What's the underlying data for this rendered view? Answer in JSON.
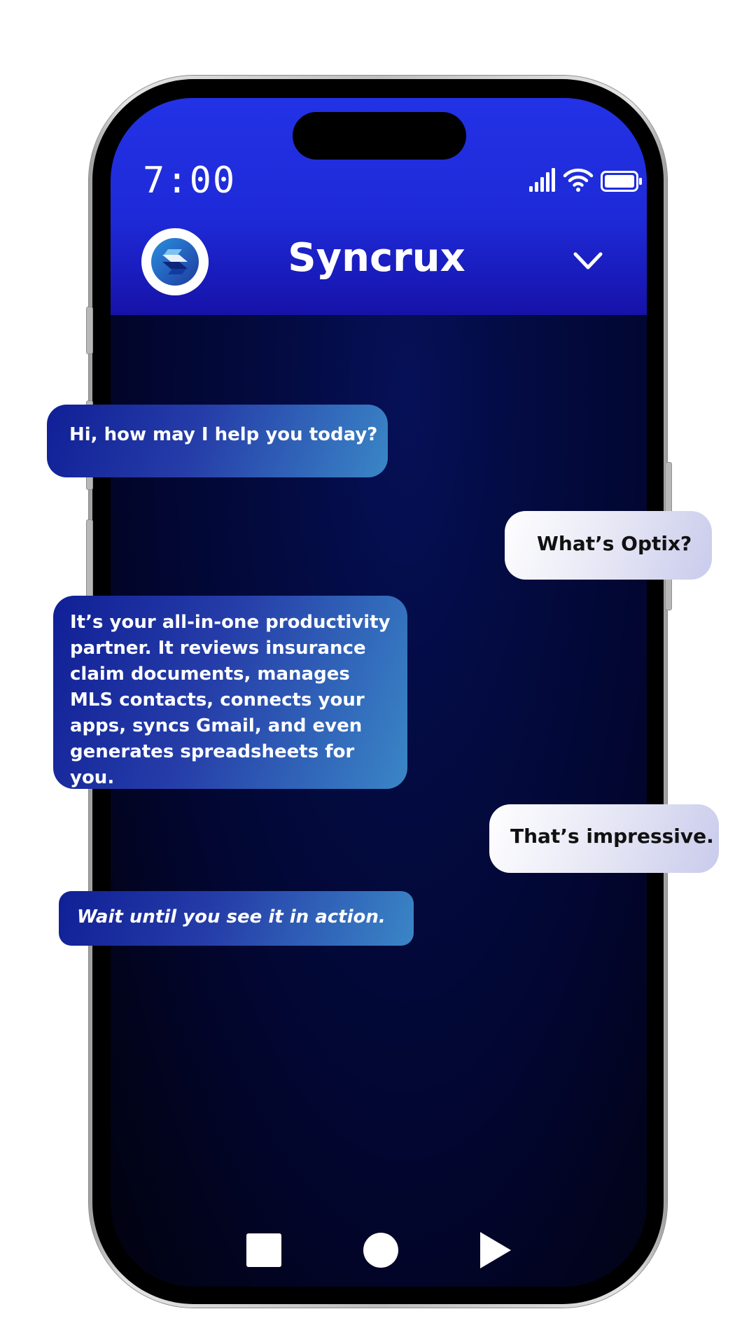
{
  "status_bar": {
    "time": "7:00",
    "signal_icon": "cellular-signal-icon",
    "wifi_icon": "wifi-icon",
    "battery_icon": "battery-icon"
  },
  "header": {
    "logo_icon": "syncrux-logo-icon",
    "title": "Syncrux",
    "menu_icon": "chevron-down-icon"
  },
  "messages": [
    {
      "sender": "bot",
      "text": "Hi, how may I help you today?"
    },
    {
      "sender": "user",
      "text": "What’s Optix?"
    },
    {
      "sender": "bot",
      "text": "It’s your all-in-one productivity partner. It reviews insurance claim documents, manages MLS contacts, connects your apps, syncs Gmail, and even generates spreadsheets for you."
    },
    {
      "sender": "user",
      "text": "That’s impressive."
    },
    {
      "sender": "bot",
      "text": "Wait until you see it in action."
    }
  ],
  "nav_bar": {
    "recent_icon": "square-recents-icon",
    "home_icon": "circle-home-icon",
    "back_icon": "triangle-play-icon"
  },
  "colors": {
    "header_blue": "#2332e6",
    "chat_background": "#030a3e",
    "bot_bubble_start": "#101f96",
    "bot_bubble_end": "#3a86c6",
    "user_bubble_start": "#ffffff",
    "user_bubble_end": "#c9cbec"
  }
}
